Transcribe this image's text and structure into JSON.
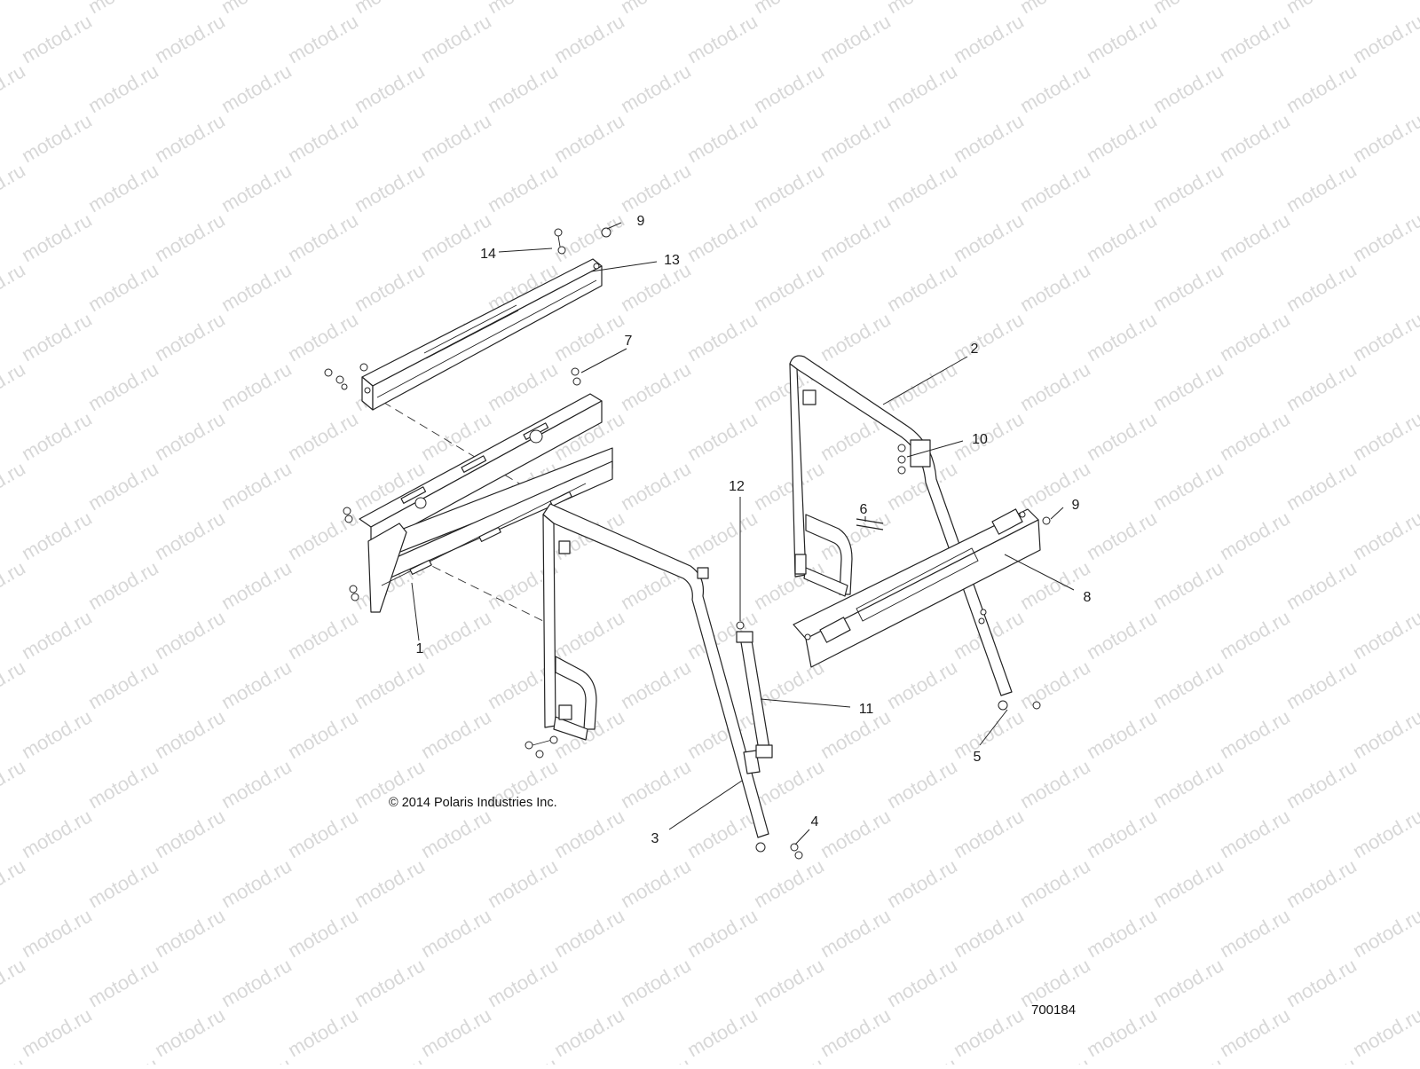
{
  "watermark": "motod.ru",
  "copyright": "© 2014 Polaris Industries Inc.",
  "diagram_id": "700184",
  "callouts": [
    "1",
    "2",
    "3",
    "4",
    "5",
    "6",
    "7",
    "8",
    "9",
    "9",
    "10",
    "11",
    "12",
    "13",
    "14"
  ],
  "colors": {
    "line": "#222222",
    "watermark": "#d8d8d8",
    "background": "#ffffff"
  }
}
